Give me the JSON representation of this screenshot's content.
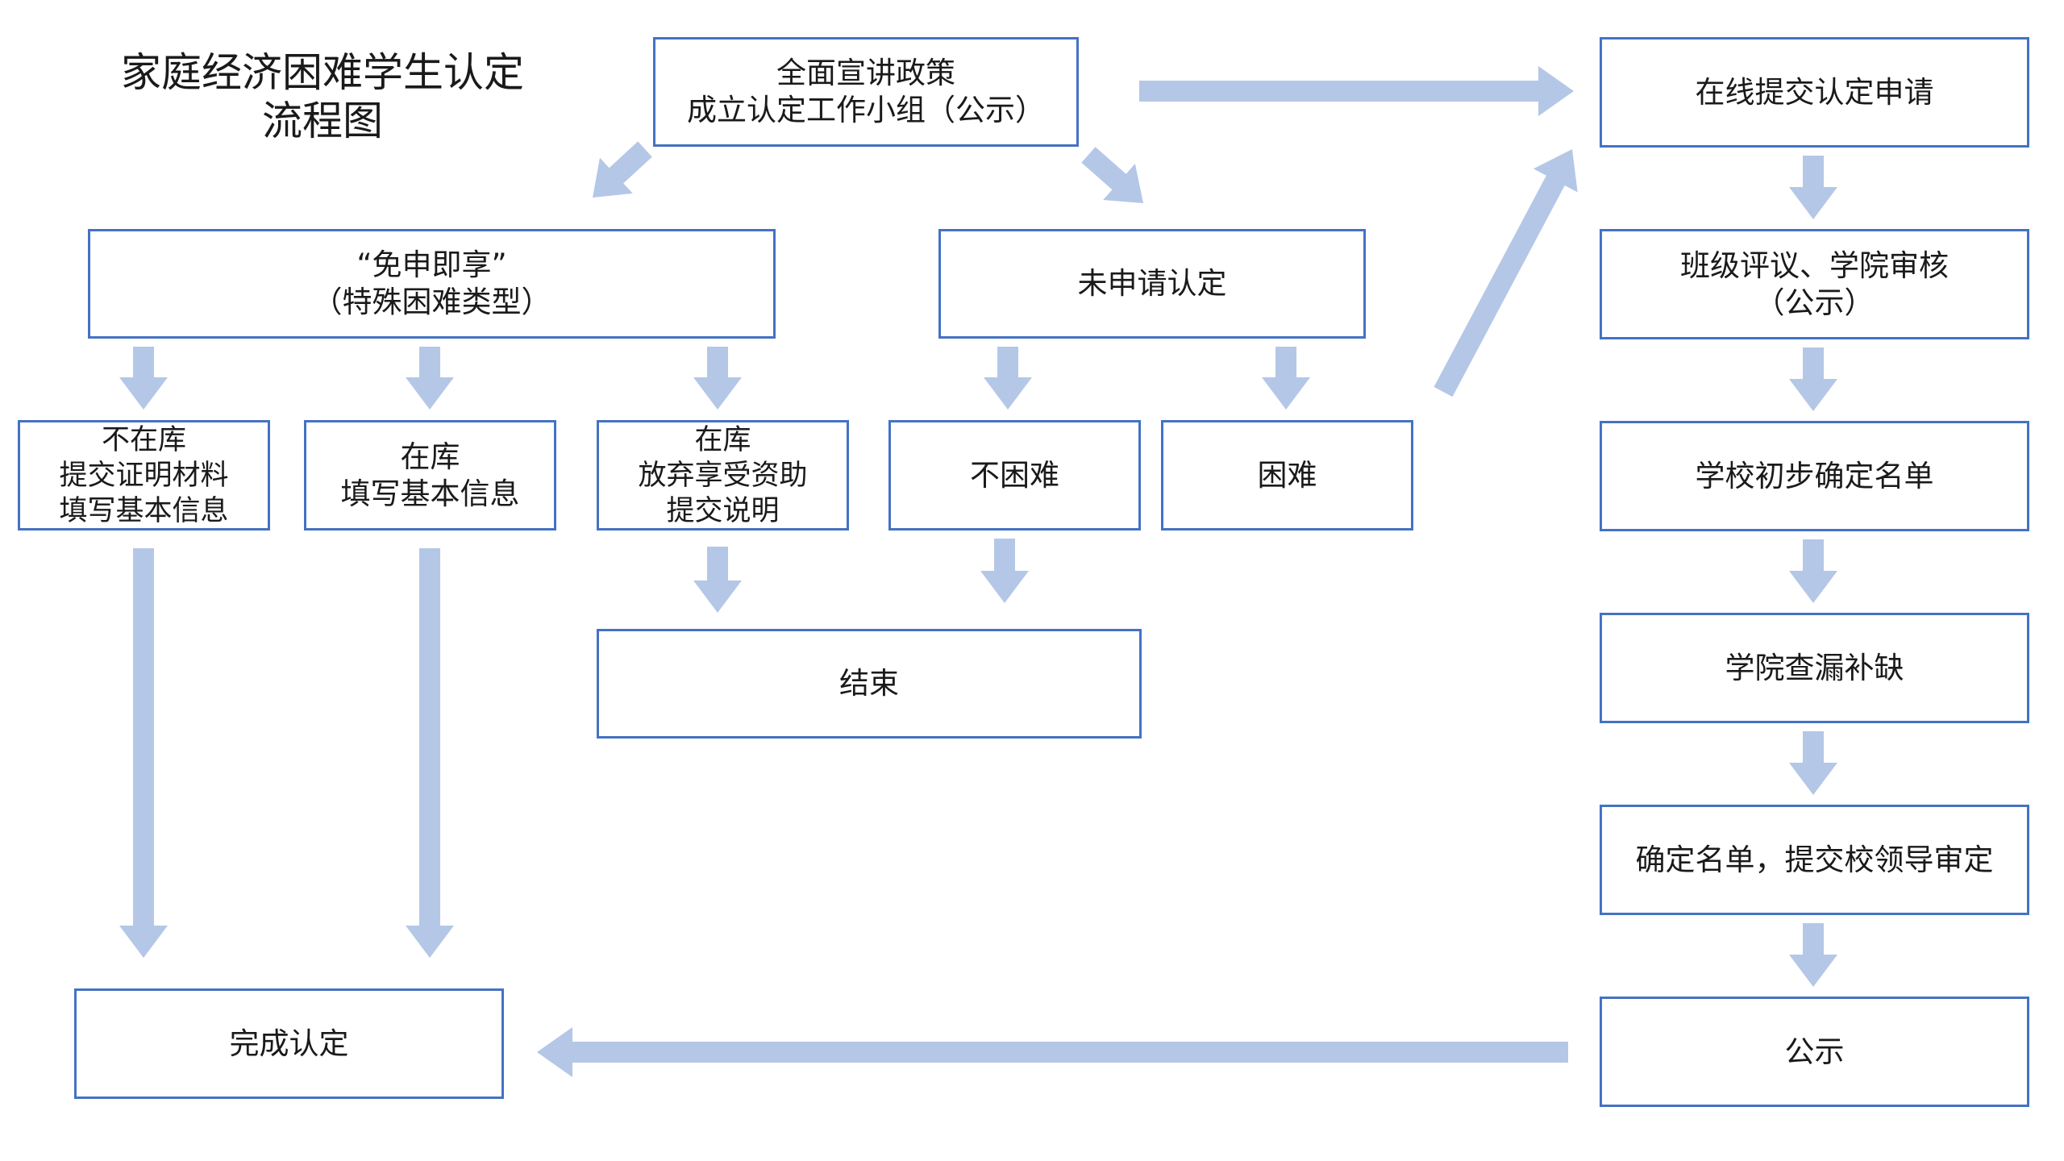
{
  "title": [
    "家庭经济困难学生认定",
    "流程图"
  ],
  "nodes": {
    "policy": [
      "全面宣讲政策",
      "成立认定工作小组（公示）"
    ],
    "exempt": [
      "“免申即享”",
      "（特殊困难类型）"
    ],
    "exempt_not_in_db": [
      "不在库",
      "提交证明材料",
      "填写基本信息"
    ],
    "exempt_in_db": [
      "在库",
      "填写基本信息"
    ],
    "exempt_waive": [
      "在库",
      "放弃享受资助",
      "提交说明"
    ],
    "not_applied": [
      "未申请认定"
    ],
    "not_difficult": [
      "不困难"
    ],
    "difficult": [
      "困难"
    ],
    "end": [
      "结束"
    ],
    "complete": [
      "完成认定"
    ],
    "online_apply": [
      "在线提交认定申请"
    ],
    "class_review": [
      "班级评议、学院审核",
      "（公示）"
    ],
    "school_list": [
      "学校初步确定名单"
    ],
    "college_check": [
      "学院查漏补缺"
    ],
    "confirm_list": [
      "确定名单，提交校领导审定"
    ],
    "publicize": [
      "公示"
    ]
  },
  "colors": {
    "border": "#4472c4",
    "arrow": "#b4c7e7"
  }
}
